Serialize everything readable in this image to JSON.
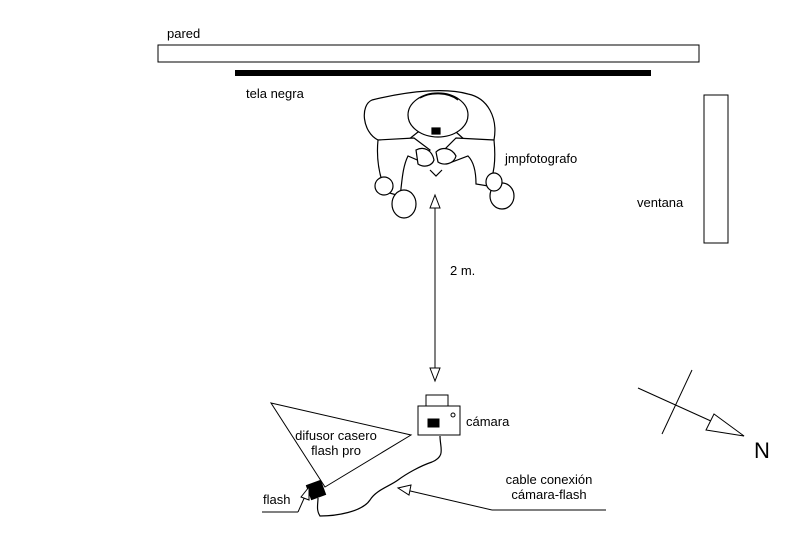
{
  "labels": {
    "wall": "pared",
    "black_cloth": "tela negra",
    "photographer": "jmpfotografo",
    "window": "ventana",
    "distance": "2 m.",
    "camera": "cámara",
    "diffuser_line1": "difusor casero",
    "diffuser_line2": "flash pro",
    "flash": "flash",
    "cable_line1": "cable conexión",
    "cable_line2": "cámara-flash",
    "north": "N"
  },
  "colors": {
    "ink": "#000000",
    "paper": "#ffffff"
  }
}
